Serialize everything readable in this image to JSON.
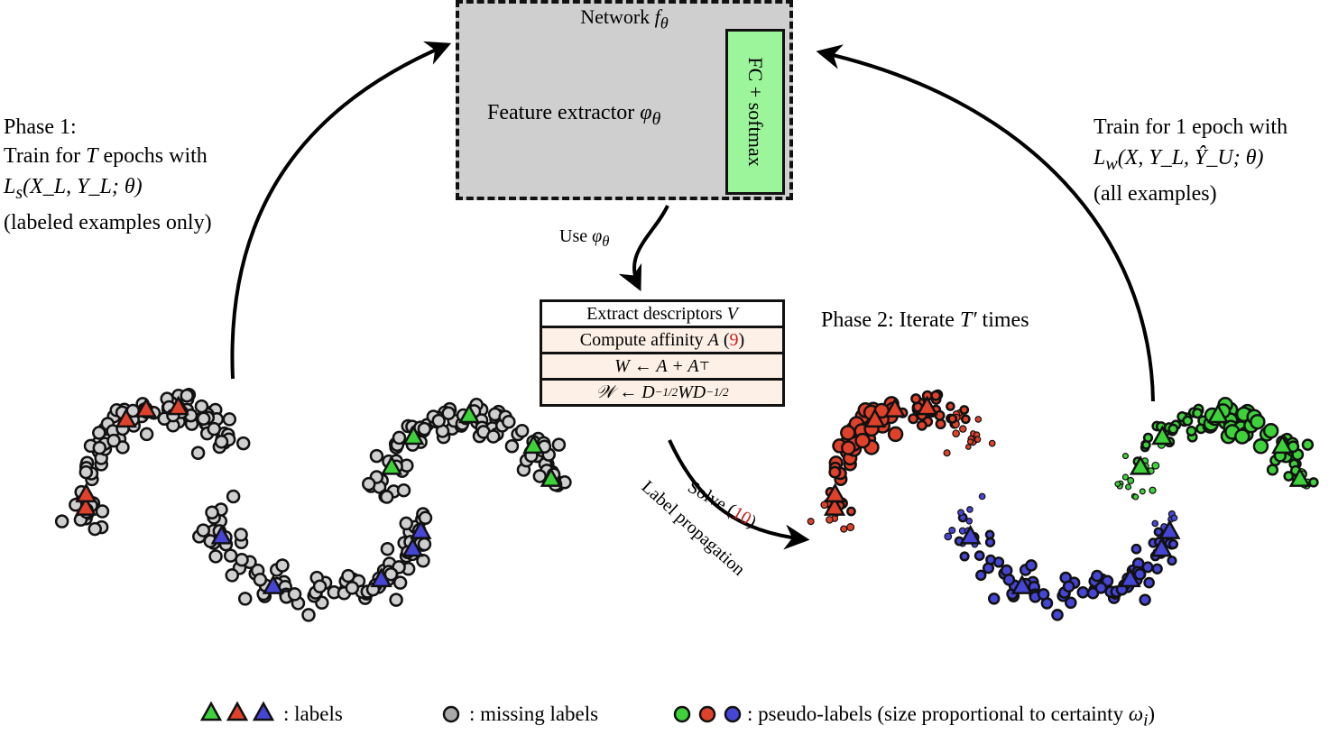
{
  "network": {
    "title_prefix": "Network ",
    "title_math": "f",
    "title_sub": "θ",
    "feature_prefix": "Feature extractor ",
    "feature_math": "φ",
    "feature_sub": "θ",
    "fc_label": "FC + softmax"
  },
  "use_phi": {
    "prefix": "Use ",
    "math": "φ",
    "sub": "θ"
  },
  "phase1": {
    "line1": "Phase 1:",
    "line2_a": "Train for ",
    "line2_math": "T",
    "line2_b": " epochs with",
    "loss_math": "L",
    "loss_sub": "s",
    "loss_args": "(X_L, Y_L; θ)",
    "note": "(labeled examples only)"
  },
  "phase2": {
    "label_a": "Phase 2: Iterate ",
    "label_math": "T′",
    "label_b": " times",
    "train_line": "Train for 1 epoch with",
    "loss_math": "L",
    "loss_sub": "w",
    "loss_args": "(X, Y_L, Ŷ_U; θ)",
    "note": "(all examples)"
  },
  "steps": {
    "s1_a": "Extract descriptors ",
    "s1_math": "V",
    "s2_a": "Compute affinity ",
    "s2_math": "A",
    "s2_ref": "9",
    "s3": "W ← A + A",
    "s3_sup": "⊤",
    "s4": "𝒲 ← D",
    "s4_sup1": "−1/2",
    "s4_mid": "WD",
    "s4_sup2": "−1/2"
  },
  "solve": {
    "prefix": "Solve (",
    "ref": "10",
    "suffix": ")",
    "lp": "Label propagation"
  },
  "legend": {
    "labels": ": labels",
    "missing": ": missing labels",
    "pseudo": ": pseudo-labels (size proportional to certainty ",
    "pseudo_math": "ω",
    "pseudo_sub": "i",
    "pseudo_end": ")"
  },
  "colors": {
    "red": "#e0412a",
    "green": "#3ed23a",
    "blue": "#4646d6",
    "gray": "#cfcfcf",
    "dark_red": "#c0392b",
    "dark_green": "#4fc94b",
    "dark_blue": "#4a4ad0"
  }
}
